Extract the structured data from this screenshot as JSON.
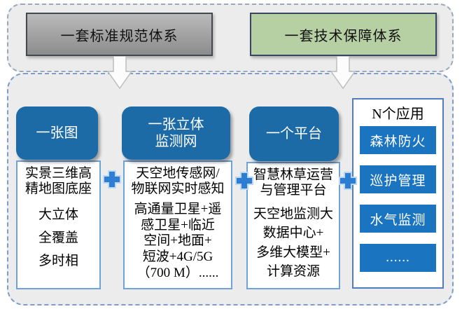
{
  "top": {
    "boxes": [
      {
        "label": "一套标准规范体系"
      },
      {
        "label": "一套技术保障体系"
      }
    ]
  },
  "columns": [
    {
      "header": "一张图",
      "intro": "实景三维高\n精地图底座",
      "detail": "大立体\n全覆盖\n多时相"
    },
    {
      "header": "一张立体\n监测网",
      "intro": "天空地传感网/\n物联网实时感知",
      "detail": "高通量卫星+遥\n感卫星+临近\n空间+地面+\n短波+4G/5G\n（700 M）......"
    },
    {
      "header": "一个平台",
      "intro": "智慧林草运营\n与管理平台",
      "detail": "天空地监测大\n数据中心+\n多维大模型+\n计算资源"
    }
  ],
  "applications": {
    "title": "N个应用",
    "items": [
      "森林防火",
      "巡护管理",
      "水气监测",
      "......"
    ]
  },
  "icons": {
    "plus": "+",
    "down_arrow": "↓"
  },
  "palette": {
    "header_blue": "#1d6ba6",
    "app_button_blue": "#1a74c0",
    "plus_blue": "#2d7ed2",
    "gray_box_top": "#bababa",
    "gray_box_bottom": "#8c8c8c",
    "green_box": "#b6cfa3",
    "panel_background": "#ececec",
    "dashed_border_blue": "#7d9cc9",
    "body_border_blue": "#6ea2d8",
    "napps_border_blue": "#4e7dc0"
  }
}
